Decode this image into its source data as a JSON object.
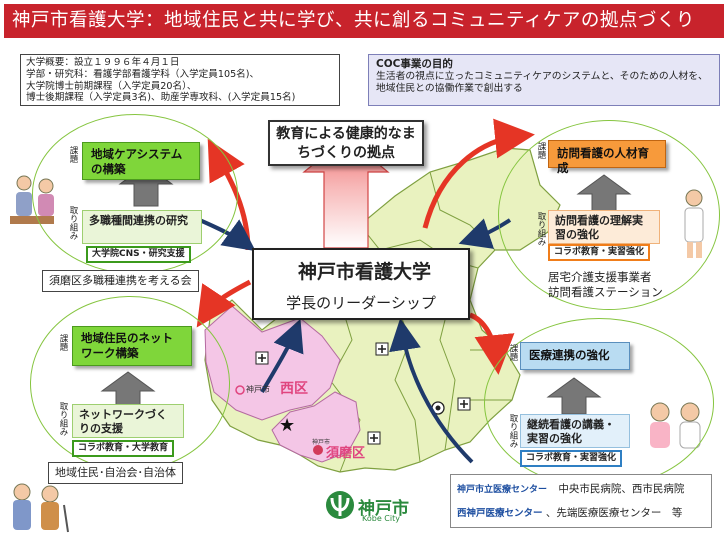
{
  "title": "神戸市看護大学：地域住民と共に学び、共に創るコミュニティケアの拠点づくり",
  "overview": {
    "lines": [
      "大学概要：設立１９９６年４月１日",
      "学部・研究科：看護学部看護学科（入学定員105名)、",
      "大学院博士前期課程（入学定員20名）、",
      "博士後期課程（入学定員3名)、助産学専攻科、(入学定員15名)"
    ]
  },
  "coc": {
    "heading": "COC事業の目的",
    "body": "生活者の視点に立ったコミュニティケアのシステムと、そのための人材を、地域住民との協働作業で創出する"
  },
  "education_box": "教育による健康的なまちづくりの拠点",
  "center": {
    "name": "神戸市看護大学",
    "leadership": "学長のリーダーシップ"
  },
  "labels": {
    "kadai": "課題",
    "torikumi": "取り組み"
  },
  "top_left": {
    "issue": "地域ケアシステムの構築",
    "action": "多職種間連携の研究",
    "tag": "大学院CNS・研究支援",
    "partner": "須磨区多職種連携を考える会"
  },
  "top_right": {
    "issue": "訪問看護の人材育成",
    "action": "訪問看護の理解実習の強化",
    "tag": "コラボ教育・実習強化",
    "partner_lines": [
      "居宅介護支援事業者",
      "訪問看護ステーション"
    ]
  },
  "bottom_left": {
    "issue": "地域住民のネットワーク構築",
    "action": "ネットワークづくりの支援",
    "tag": "コラボ教育・大学教育",
    "partner": "地域住民･自治会･自治体"
  },
  "bottom_right": {
    "issue": "医療連携の強化",
    "action": "継続看護の講義・実習の強化",
    "tag": "コラボ教育・実習強化"
  },
  "map": {
    "nishi_ku_prefix": "神戸市",
    "nishi_ku": "西区",
    "suma_ku_prefix": "神戸市",
    "suma_ku": "須磨区",
    "city_logo_text": "神戸市",
    "city_logo_sub": "Kobe City"
  },
  "hospitals": {
    "line1_org": "神戸市立医療センター",
    "line1_detail": "中央市民病院、西市民病院",
    "line2_org": "西神戸医療センター",
    "line2_detail": "、先端医療医療センター　等"
  },
  "colors": {
    "title_red": "#c8232c",
    "map_green": "#e9f2bf",
    "map_pink": "#f4c6e6",
    "green": "#7fd63a",
    "orange": "#f79a3b",
    "blue": "#b9dcf2",
    "arrow_red": "#e53525",
    "arrow_navy": "#1f3a6b"
  }
}
